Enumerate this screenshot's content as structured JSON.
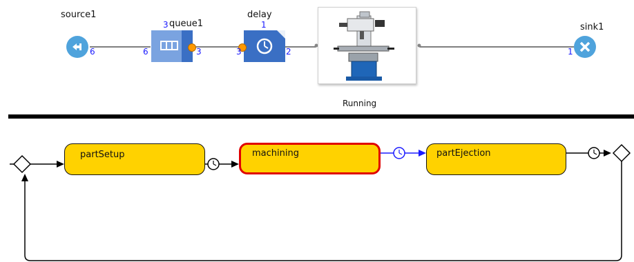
{
  "process": {
    "source": {
      "label": "source1",
      "out_count": "6"
    },
    "queue": {
      "label": "queue1",
      "size": "3",
      "in_count": "6",
      "out_count": "3"
    },
    "delay": {
      "label": "delay",
      "capacity": "1",
      "in_count": "3",
      "out_count": "2"
    },
    "machine": {
      "status": "Running"
    },
    "sink": {
      "label": "sink1",
      "in_count": "1"
    }
  },
  "statechart": {
    "states": [
      {
        "label": "partSetup"
      },
      {
        "label": "machining"
      },
      {
        "label": "partEjection"
      }
    ]
  },
  "colors": {
    "state_fill": "#ffd200",
    "active_border": "#e00000",
    "block_blue": "#3a6fc4",
    "queue_blue": "#7aa3e0",
    "source_sink_blue": "#4fa3dc",
    "port_orange": "#ff9900",
    "transition_active": "#1a1aff"
  },
  "icons": [
    "enter-icon",
    "queue-icon",
    "clock-icon",
    "machine-image",
    "exit-icon",
    "timeout-icon",
    "decision-diamond-icon"
  ]
}
